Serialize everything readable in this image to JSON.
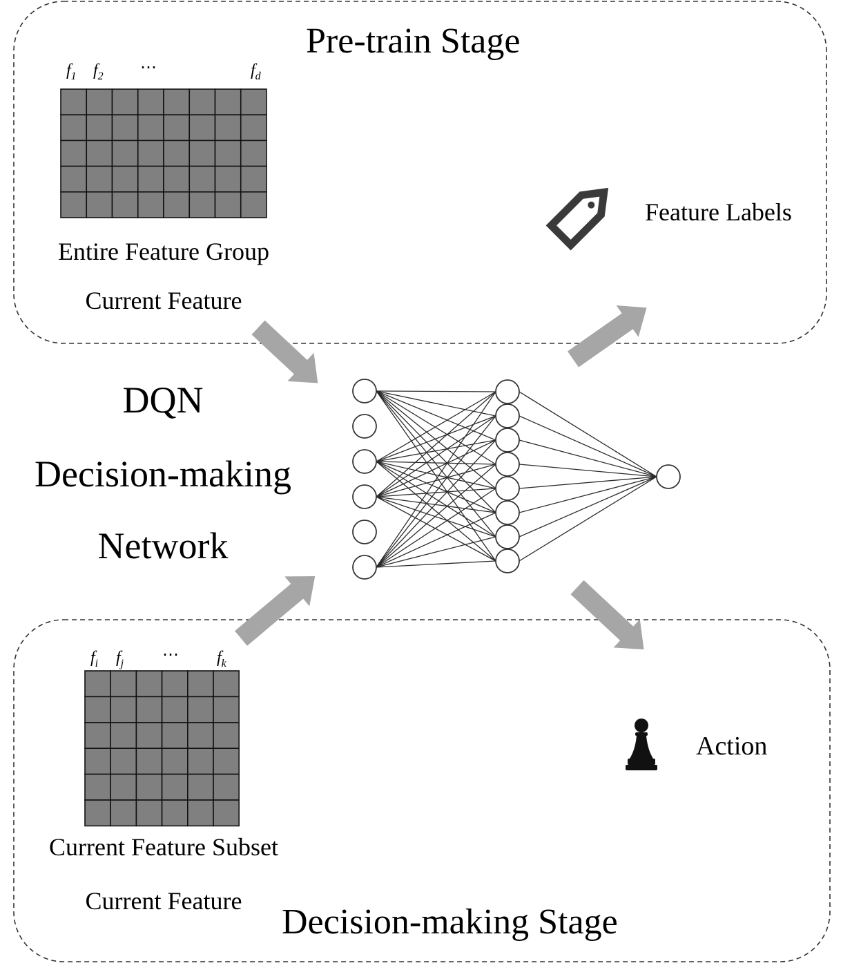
{
  "pretrain": {
    "title": "Pre-train Stage",
    "matrix_headers": {
      "h1": "f",
      "s1": "1",
      "h2": "f",
      "s2": "2",
      "dots": "⋯",
      "hd": "f",
      "sd": "d"
    },
    "matrix_rows": 5,
    "matrix_cols": 8,
    "caption": "Entire Feature Group",
    "sub_caption": "Current Feature",
    "output_label": "Feature Labels",
    "output_icon": "tag-icon"
  },
  "network": {
    "line1": "DQN",
    "line2": "Decision-making",
    "line3": "Network",
    "layers": [
      6,
      8,
      1
    ]
  },
  "decision": {
    "title": "Decision-making Stage",
    "matrix_headers": {
      "hi": "f",
      "si": "i",
      "hj": "f",
      "sj": "j",
      "dots": "⋯",
      "hk": "f",
      "sk": "k"
    },
    "matrix_rows": 6,
    "matrix_cols": 6,
    "caption": "Current Feature Subset",
    "sub_caption": "Current Feature",
    "output_label": "Action",
    "output_icon": "chess-pawn-icon"
  },
  "colors": {
    "cell": "#808080",
    "arrow": "#a6a6a6",
    "border": "#333333",
    "node_stroke": "#333333"
  }
}
